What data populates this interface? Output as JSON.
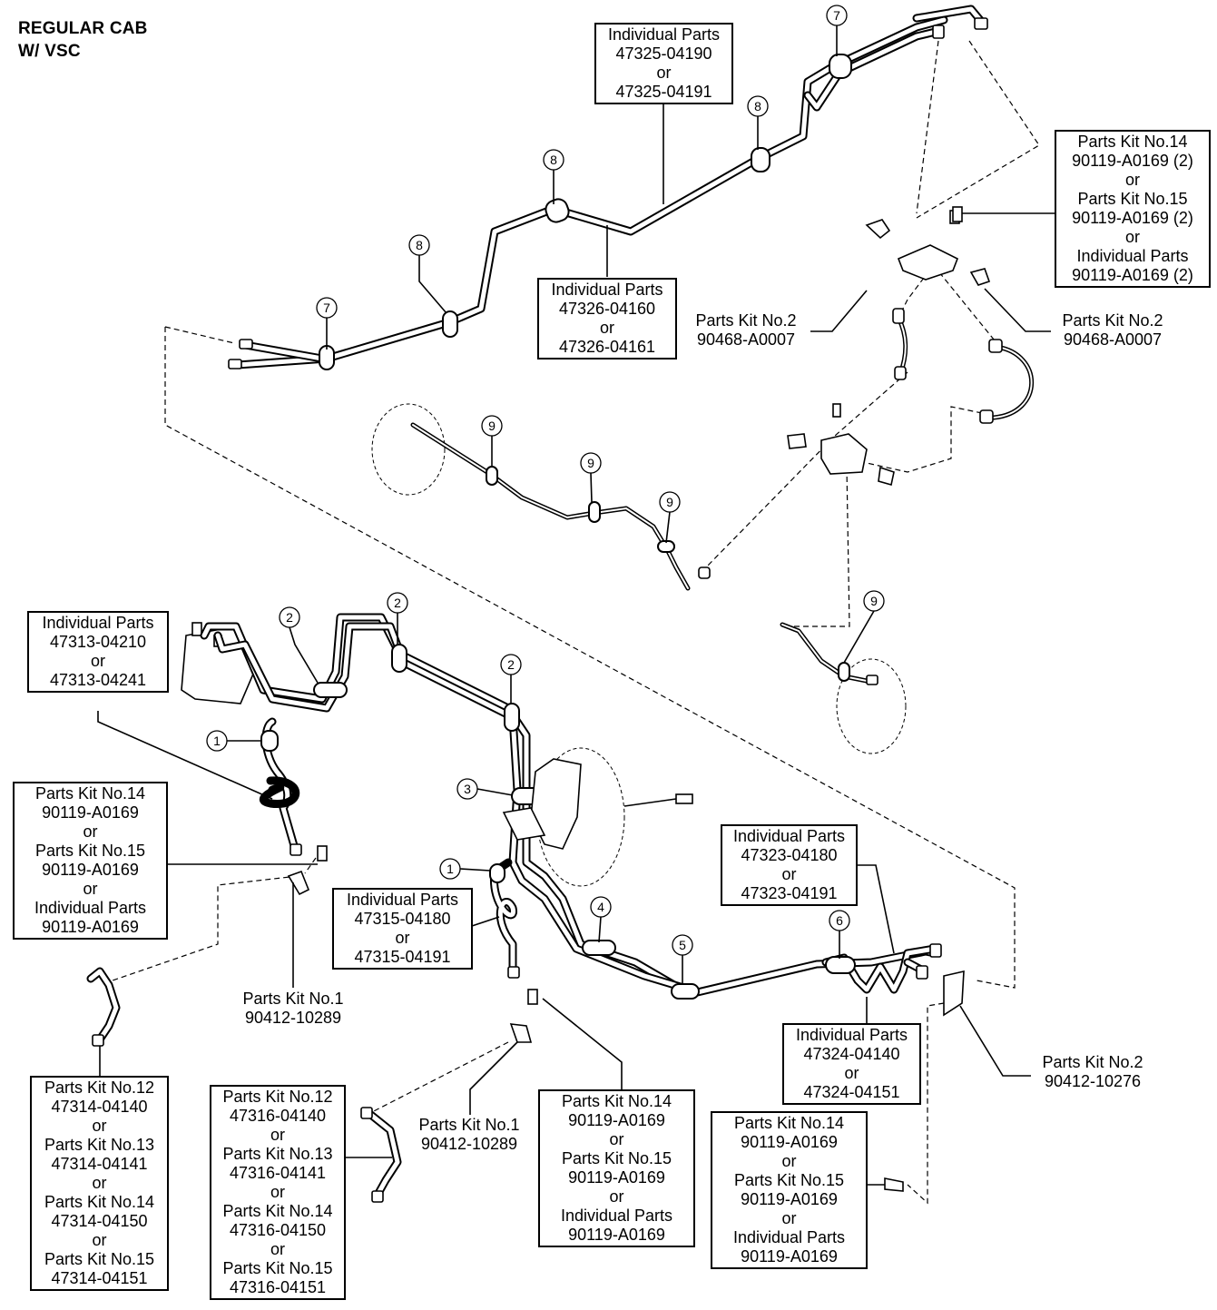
{
  "header": {
    "line1": "REGULAR CAB",
    "line2": "W/ VSC"
  },
  "callouts": {
    "c1": "1",
    "c2": "2",
    "c3": "3",
    "c4": "4",
    "c5": "5",
    "c6": "6",
    "c7": "7",
    "c8": "8",
    "c9": "9"
  },
  "labels": {
    "b_47325": [
      "Individual Parts",
      "47325-04190",
      "or",
      "47325-04191"
    ],
    "b_47326": [
      "Individual Parts",
      "47326-04160",
      "or",
      "47326-04161"
    ],
    "b_90119_top": [
      "Parts Kit No.14",
      "90119-A0169 (2)",
      "or",
      "Parts Kit No.15",
      "90119-A0169 (2)",
      "or",
      "Individual Parts",
      "90119-A0169 (2)"
    ],
    "l_90468_left": [
      "Parts Kit No.2",
      "90468-A0007"
    ],
    "l_90468_right": [
      "Parts Kit No.2",
      "90468-A0007"
    ],
    "b_47313": [
      "Individual Parts",
      "47313-04210",
      "or",
      "47313-04241"
    ],
    "b_90119_left": [
      "Parts Kit No.14",
      "90119-A0169",
      "or",
      "Parts Kit No.15",
      "90119-A0169",
      "or",
      "Individual Parts",
      "90119-A0169"
    ],
    "l_90412_left": [
      "Parts Kit No.1",
      "90412-10289"
    ],
    "b_47315": [
      "Individual Parts",
      "47315-04180",
      "or",
      "47315-04191"
    ],
    "b_47323": [
      "Individual Parts",
      "47323-04180",
      "or",
      "47323-04191"
    ],
    "b_47324": [
      "Individual Parts",
      "47324-04140",
      "or",
      "47324-04151"
    ],
    "l_90412_right": [
      "Parts Kit No.2",
      "90412-10276"
    ],
    "b_47314": [
      "Parts Kit No.12",
      "47314-04140",
      "or",
      "Parts Kit No.13",
      "47314-04141",
      "or",
      "Parts Kit No.14",
      "47314-04150",
      "or",
      "Parts Kit No.15",
      "47314-04151"
    ],
    "b_47316": [
      "Parts Kit No.12",
      "47316-04140",
      "or",
      "Parts Kit No.13",
      "47316-04141",
      "or",
      "Parts Kit No.14",
      "47316-04150",
      "or",
      "Parts Kit No.15",
      "47316-04151"
    ],
    "l_90412_mid": [
      "Parts Kit No.1",
      "90412-10289"
    ],
    "b_90119_mid": [
      "Parts Kit No.14",
      "90119-A0169",
      "or",
      "Parts Kit No.15",
      "90119-A0169",
      "or",
      "Individual Parts",
      "90119-A0169"
    ],
    "b_90119_right": [
      "Parts Kit No.14",
      "90119-A0169",
      "or",
      "Parts Kit No.15",
      "90119-A0169",
      "or",
      "Individual Parts",
      "90119-A0169"
    ]
  }
}
